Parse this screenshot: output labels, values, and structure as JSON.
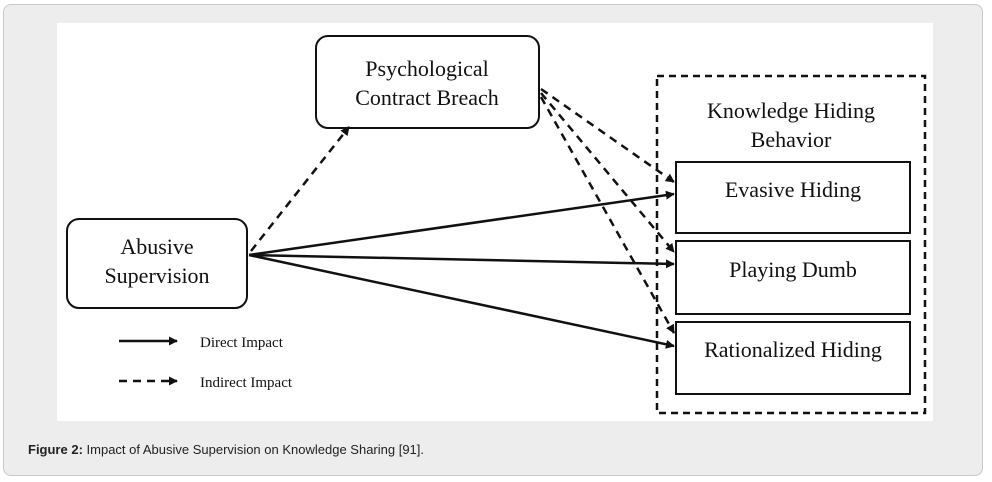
{
  "nodes": {
    "psychological_contract_breach": [
      "Psychological",
      "Contract Breach"
    ],
    "abusive_supervision": [
      "Abusive",
      "Supervision"
    ],
    "khb_group": [
      "Knowledge Hiding",
      "Behavior"
    ],
    "evasive_hiding": "Evasive Hiding",
    "playing_dumb": "Playing Dumb",
    "rationalized_hiding": "Rationalized Hiding"
  },
  "legend": {
    "direct": "Direct Impact",
    "indirect": "Indirect Impact"
  },
  "caption": {
    "label": "Figure 2:",
    "text": " Impact of Abusive Supervision on Knowledge Sharing [91]."
  },
  "colors": {
    "frame_bg": "#ededed",
    "line": "#111111"
  }
}
